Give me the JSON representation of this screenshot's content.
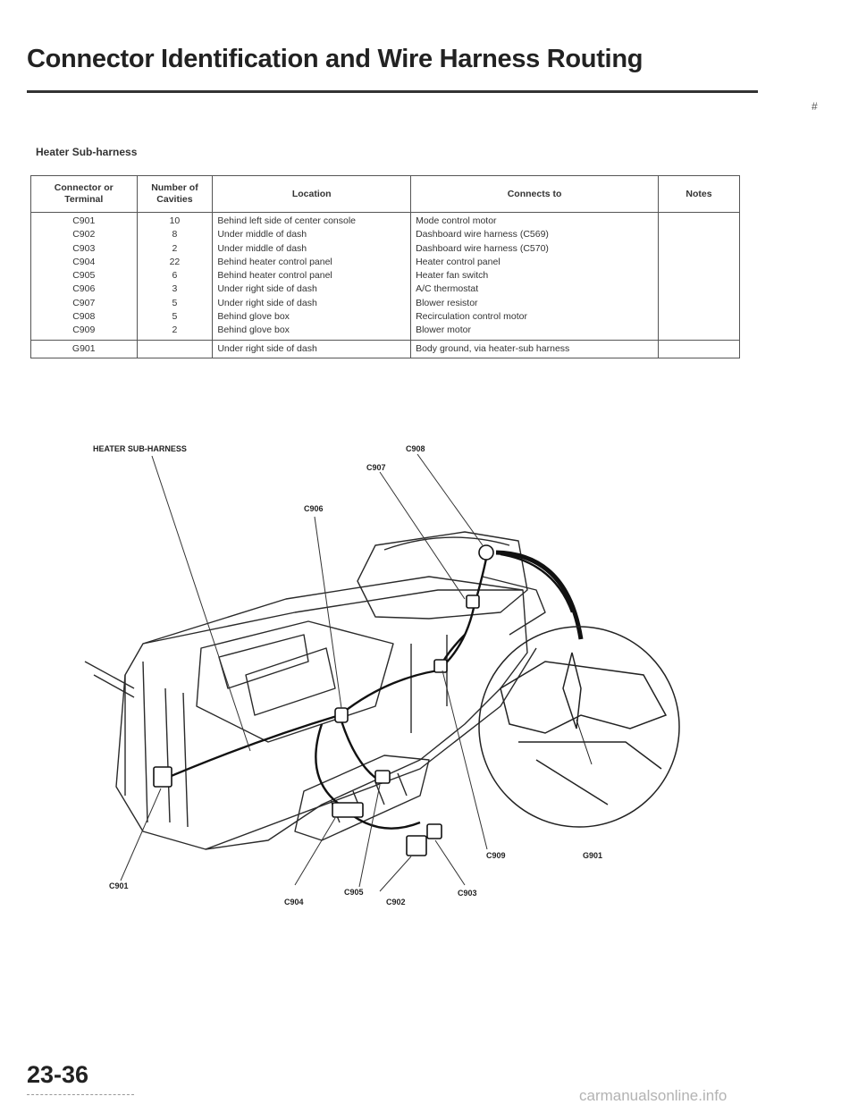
{
  "page": {
    "title": "Connector Identification and Wire Harness Routing",
    "section_title": "Heater Sub-harness",
    "page_number": "23-36",
    "watermark": "carmanualsonline.info",
    "margin_mark": "#"
  },
  "table": {
    "headers": {
      "terminal": [
        "Connector or",
        "Terminal"
      ],
      "cavities": [
        "Number of",
        "Cavities"
      ],
      "location": "Location",
      "connects_to": "Connects to",
      "notes": "Notes"
    },
    "connectors": [
      {
        "id": "C901",
        "cavities": "10",
        "location": "Behind left side of center console",
        "connects_to": "Mode control motor"
      },
      {
        "id": "C902",
        "cavities": "8",
        "location": "Under middle of dash",
        "connects_to": "Dashboard wire harness (C569)"
      },
      {
        "id": "C903",
        "cavities": "2",
        "location": "Under middle of dash",
        "connects_to": "Dashboard wire harness (C570)"
      },
      {
        "id": "C904",
        "cavities": "22",
        "location": "Behind heater control panel",
        "connects_to": "Heater control panel"
      },
      {
        "id": "C905",
        "cavities": "6",
        "location": "Behind heater control panel",
        "connects_to": "Heater fan switch"
      },
      {
        "id": "C906",
        "cavities": "3",
        "location": "Under right side of dash",
        "connects_to": "A/C thermostat"
      },
      {
        "id": "C907",
        "cavities": "5",
        "location": "Under right side of dash",
        "connects_to": "Blower resistor"
      },
      {
        "id": "C908",
        "cavities": "5",
        "location": "Behind glove box",
        "connects_to": "Recirculation control motor"
      },
      {
        "id": "C909",
        "cavities": "2",
        "location": "Behind glove box",
        "connects_to": "Blower motor"
      }
    ],
    "ground": {
      "id": "G901",
      "cavities": "",
      "location": "Under right side of dash",
      "connects_to": "Body ground, via heater-sub harness"
    }
  },
  "diagram": {
    "labels": {
      "harness": "HEATER SUB-HARNESS",
      "c908": "C908",
      "c907": "C907",
      "c906": "C906",
      "c909": "C909",
      "g901": "G901",
      "c901": "C901",
      "c904": "C904",
      "c905": "C905",
      "c902": "C902",
      "c903": "C903"
    }
  }
}
